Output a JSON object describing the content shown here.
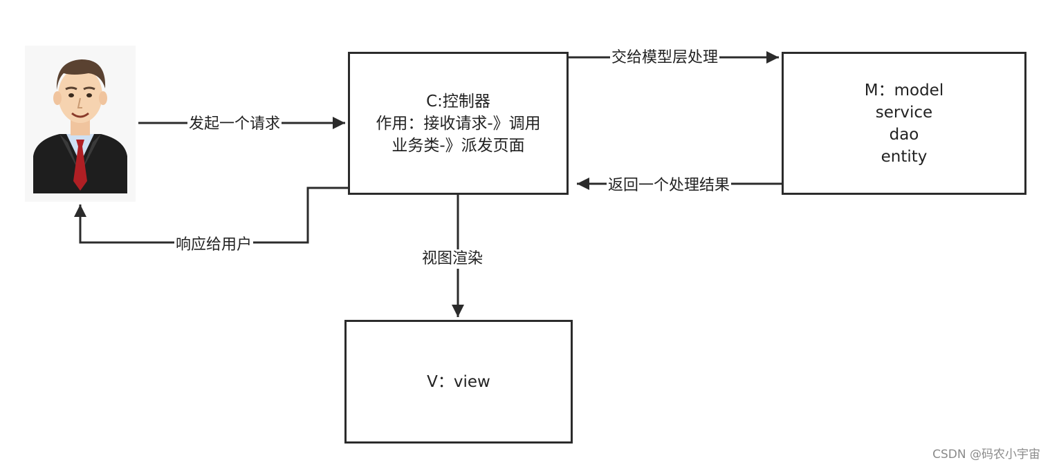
{
  "diagram": {
    "controller": {
      "lines": [
        "C:控制器",
        "作用：接收请求-》调用",
        "业务类-》派发页面"
      ]
    },
    "model": {
      "lines": [
        "M：model",
        "service",
        "dao",
        "entity"
      ]
    },
    "view": {
      "lines": [
        "V：view"
      ]
    },
    "edges": {
      "request": "发起一个请求",
      "delegate": "交给模型层处理",
      "return": "返回一个处理结果",
      "respond": "响应给用户",
      "render": "视图渲染"
    }
  },
  "watermark": "CSDN @码农小宇宙",
  "colors": {
    "stroke": "#2b2b2b",
    "suit": "#1e1e1e",
    "tie": "#b01f24",
    "shirt": "#cfe0f3",
    "skin": "#f6d3b0",
    "hair": "#5a4231"
  }
}
